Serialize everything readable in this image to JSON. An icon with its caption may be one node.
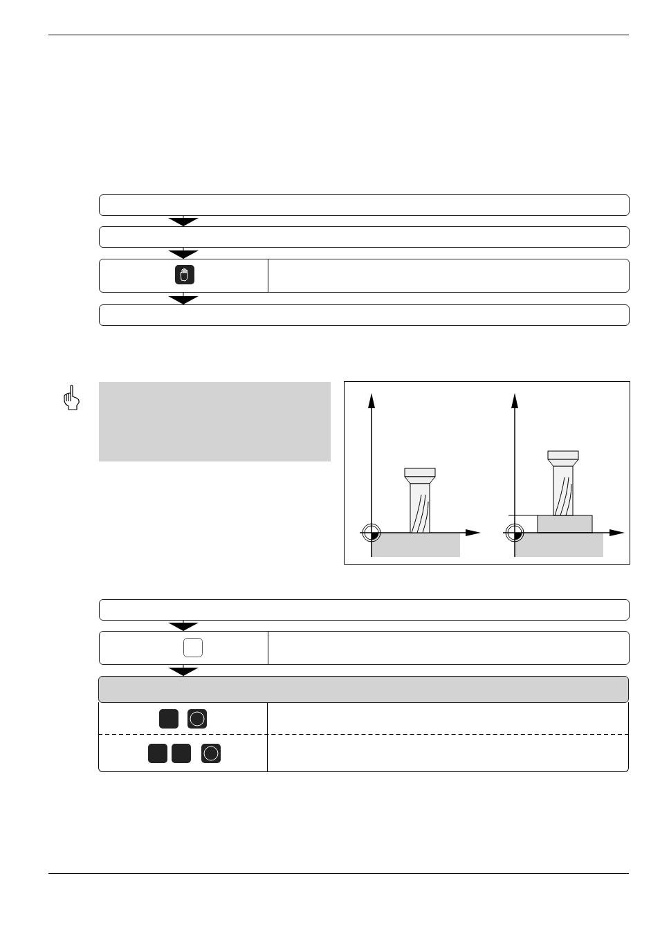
{
  "diagram": {
    "nodes": [
      {
        "text": [],
        "shape": "box"
      },
      {
        "text": [],
        "shape": "box"
      },
      {
        "text": [],
        "shape": "box"
      },
      {
        "text": [],
        "shape": "box"
      },
      {
        "text": [],
        "shape": "box"
      },
      {
        "text": [],
        "shape": "box"
      },
      {
        "text": [],
        "shape": "box"
      },
      {
        "text": [],
        "shape": "box"
      },
      {
        "text": [],
        "shape": "box"
      },
      {
        "text": [],
        "shape": "box"
      }
    ],
    "edges": [
      {
        "from": 0,
        "to": 1,
        "arrow": "to"
      },
      {
        "from": 1,
        "to": 2,
        "arrow": "to"
      },
      {
        "from": 2,
        "to": 3,
        "arrow": "to"
      },
      {
        "from": 5,
        "to": 6,
        "arrow": "to"
      },
      {
        "from": 6,
        "to": 7,
        "arrow": "to"
      }
    ]
  }
}
